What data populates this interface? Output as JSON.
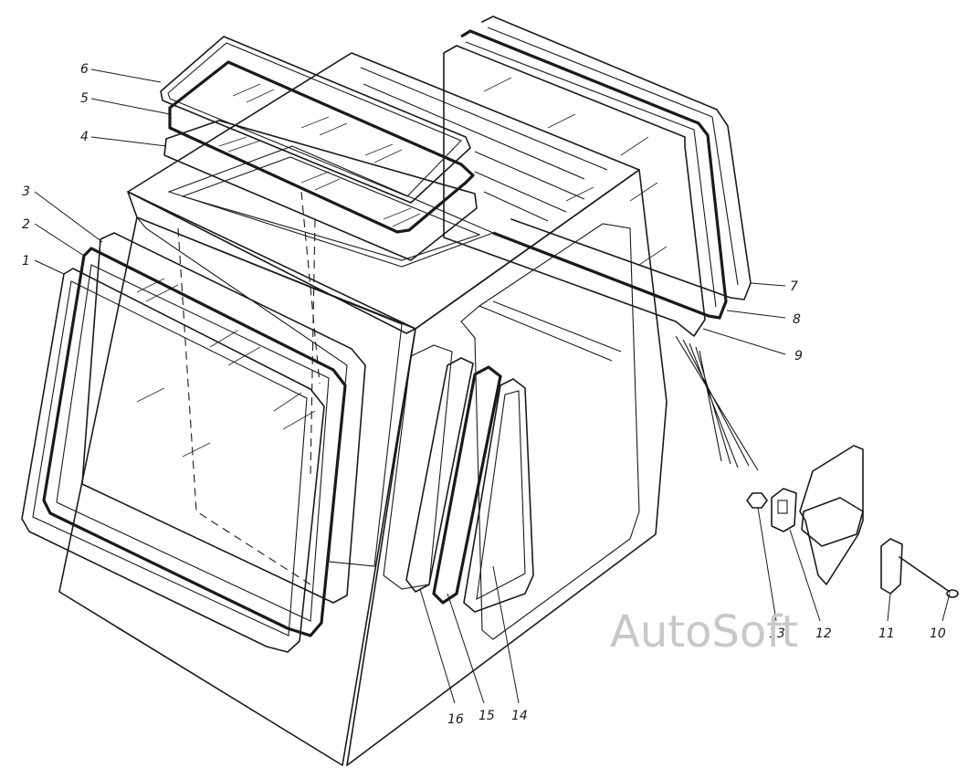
{
  "watermark": "AutoSoft",
  "callouts": [
    "1",
    "2",
    "3",
    "4",
    "5",
    "6",
    "7",
    "8",
    "9",
    "10",
    "11",
    "12",
    "13",
    "14",
    "15",
    "16"
  ]
}
